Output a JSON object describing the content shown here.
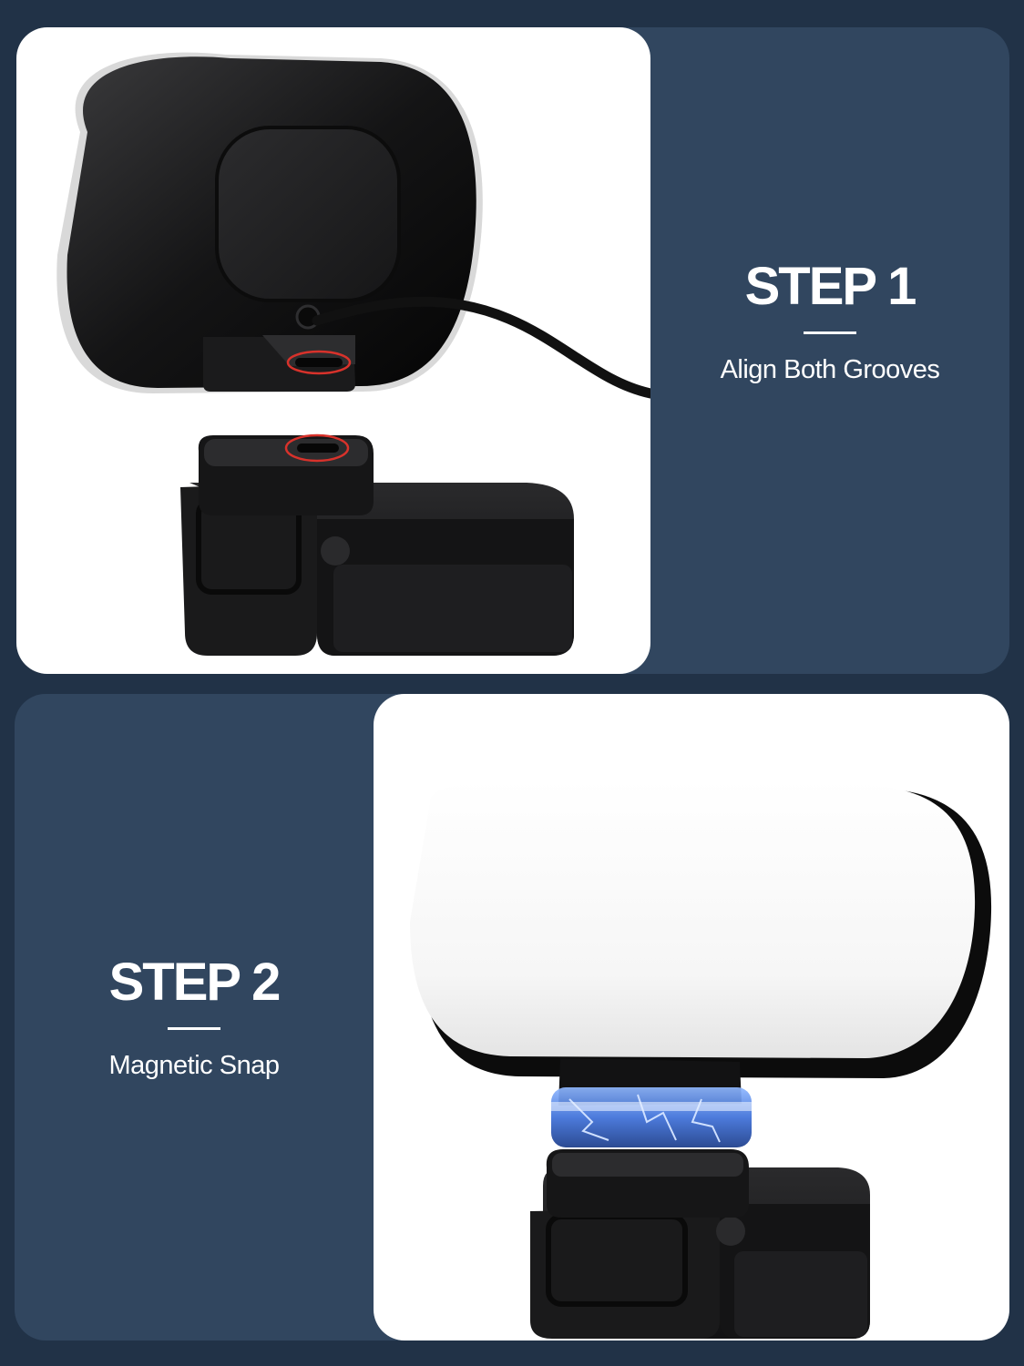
{
  "steps": [
    {
      "title": "STEP 1",
      "subtitle": "Align Both Grooves",
      "image": "light-and-base-separated-illustration"
    },
    {
      "title": "STEP 2",
      "subtitle": "Magnetic Snap",
      "image": "light-snapped-onto-base-illustration"
    }
  ],
  "colors": {
    "background": "#213247",
    "panel": "#31465f",
    "photo_panel": "#ffffff",
    "text": "#ffffff",
    "highlight": "#d8322b",
    "magnet_glow": "#3d6fd8"
  }
}
